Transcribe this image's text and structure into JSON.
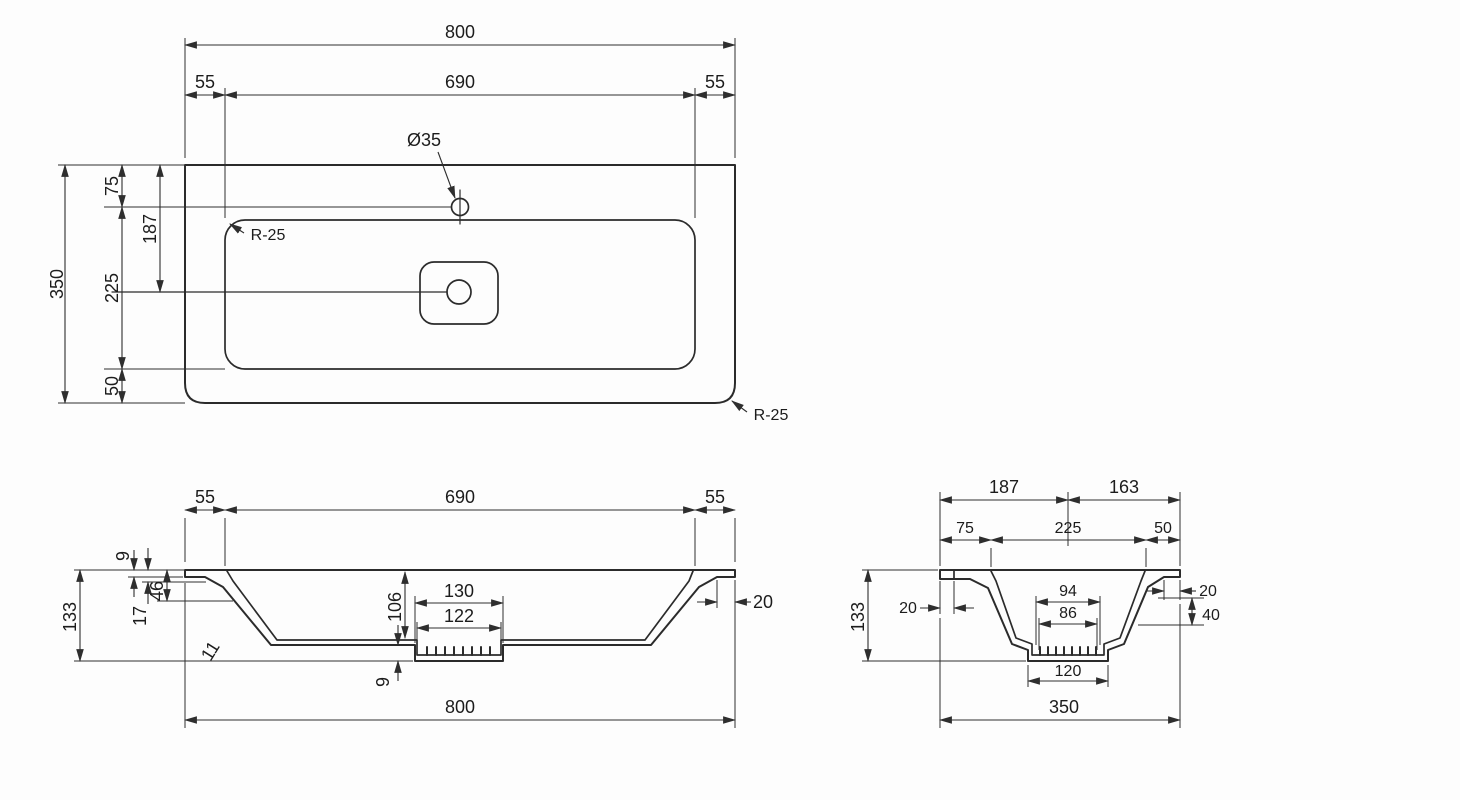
{
  "drawing": {
    "plan": {
      "overall_width": "800",
      "left_offset": "55",
      "inner_width": "690",
      "right_offset": "55",
      "faucet_hole": "Ø35",
      "overall_depth": "350",
      "back_to_faucet": "75",
      "back_to_drain": "187",
      "faucet_to_front": "225",
      "front_offset": "50",
      "inner_radius": "R-25",
      "outer_radius": "R-25"
    },
    "front": {
      "left_offset": "55",
      "inner_width": "690",
      "right_offset": "55",
      "rim_thickness": "9",
      "edge_step": "17",
      "wall_height": "46",
      "total_height": "133",
      "wall_thickness": "11",
      "bowl_depth": "106",
      "recess_outer": "130",
      "recess_inner": "122",
      "drain_depth": "9",
      "rim_overhang": "20",
      "overall_width": "800"
    },
    "side": {
      "back_span": "187",
      "front_span": "163",
      "back_offset": "75",
      "bowl_span": "225",
      "front_offset": "50",
      "total_height": "133",
      "left_overhang": "20",
      "recess_outer": "94",
      "recess_inner": "86",
      "rim_overhang": "20",
      "front_depth": "40",
      "drain_width": "120",
      "overall_depth": "350"
    }
  }
}
